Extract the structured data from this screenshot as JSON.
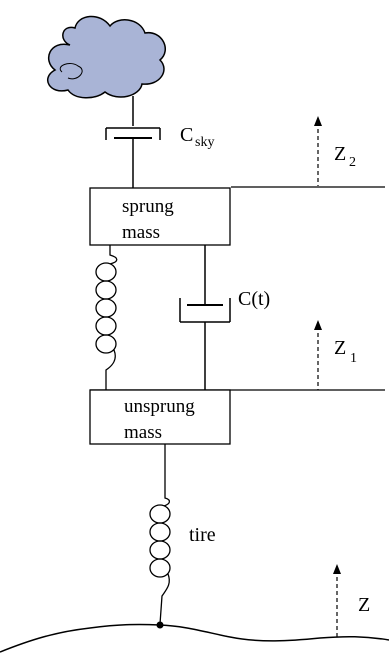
{
  "labels": {
    "c_sky_main": "C",
    "c_sky_sub": "sky",
    "z2_main": "Z",
    "z2_sub": "2",
    "sprung_line1": "sprung",
    "sprung_line2": "mass",
    "ct": "C(t)",
    "z1_main": "Z",
    "z1_sub": "1",
    "unsprung_line1": "unsprung",
    "unsprung_line2": "mass",
    "tire": "tire",
    "z": "Z"
  },
  "icons": {
    "sky": "cloud-icon"
  },
  "colors": {
    "cloud_fill": "#a9b4d6",
    "stroke": "#000000"
  }
}
